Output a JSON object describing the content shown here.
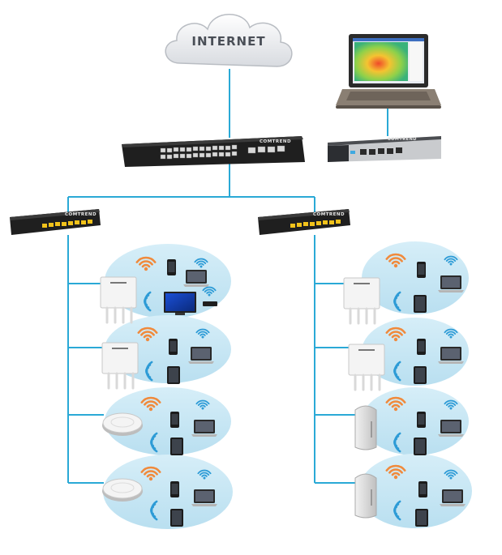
{
  "cloud": {
    "label": "INTERNET",
    "icon": "cloud-icon"
  },
  "brand": {
    "label": "COMTREND"
  },
  "colors": {
    "link": "#2aa9d6",
    "ellipse": "#c9e6f3",
    "signal_orange": "#f08a3c",
    "signal_blue": "#2d9bd6"
  },
  "devices": {
    "core_switch": "24-port rack switch",
    "controller": "rack controller",
    "laptop": "laptop with heatmap",
    "left_switch": "8-port desktop switch",
    "right_switch": "8-port desktop switch",
    "left_access_points": [
      "wall-plate AP",
      "wall-plate AP",
      "ceiling AP",
      "ceiling AP"
    ],
    "right_access_points": [
      "wall-plate AP",
      "wall-plate AP",
      "outdoor AP",
      "outdoor AP"
    ]
  }
}
